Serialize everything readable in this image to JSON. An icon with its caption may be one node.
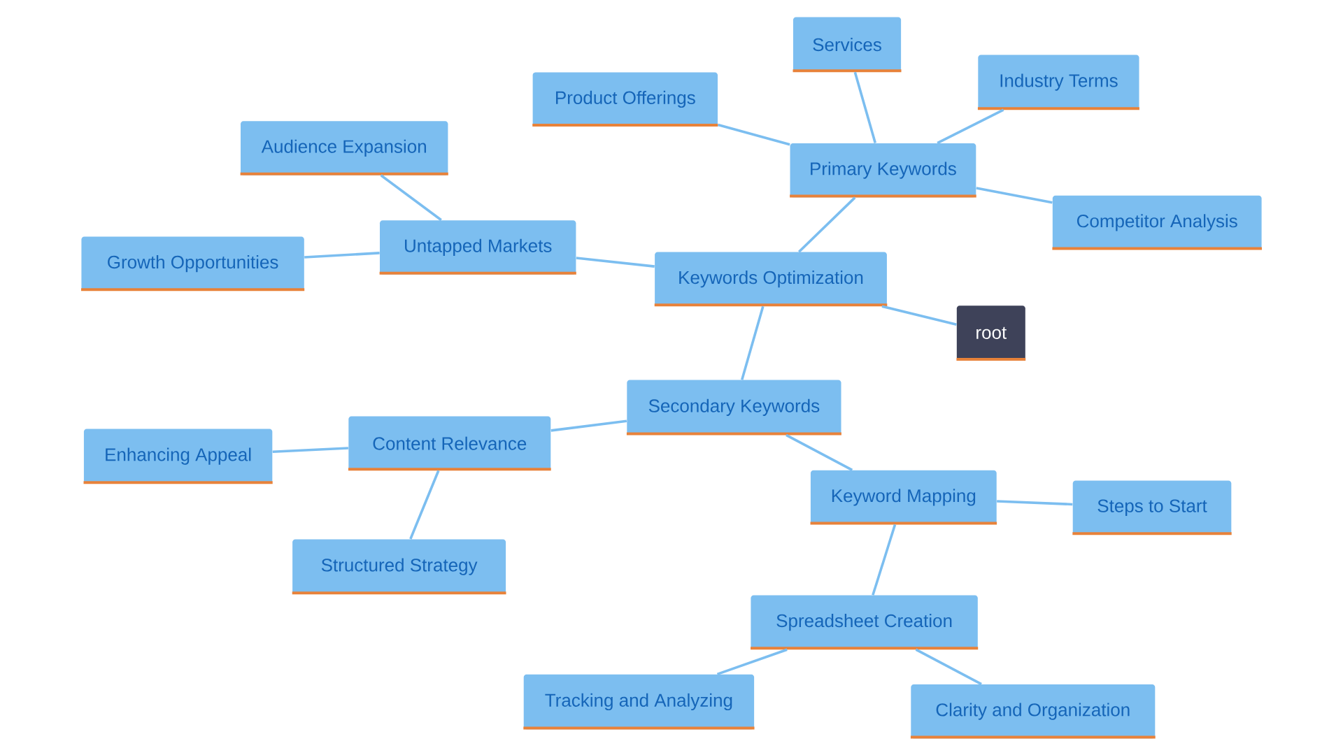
{
  "diagram": {
    "nodes": [
      {
        "text": [
          "root"
        ]
      },
      {
        "text": [
          "Keywords Optimization"
        ]
      },
      {
        "text": [
          "Primary Keywords"
        ]
      },
      {
        "text": [
          "Services"
        ]
      },
      {
        "text": [
          "Industry Terms"
        ]
      },
      {
        "text": [
          "Product Offerings"
        ]
      },
      {
        "text": [
          "Competitor Analysis"
        ]
      },
      {
        "text": [
          "Untapped Markets"
        ]
      },
      {
        "text": [
          "Audience Expansion"
        ]
      },
      {
        "text": [
          "Growth Opportunities"
        ]
      },
      {
        "text": [
          "Secondary Keywords"
        ]
      },
      {
        "text": [
          "Content Relevance"
        ]
      },
      {
        "text": [
          "Enhancing Appeal"
        ]
      },
      {
        "text": [
          "Structured Strategy"
        ]
      },
      {
        "text": [
          "Keyword Mapping"
        ]
      },
      {
        "text": [
          "Steps to Start"
        ]
      },
      {
        "text": [
          "Spreadsheet Creation"
        ]
      },
      {
        "text": [
          "Tracking and Analyzing"
        ]
      },
      {
        "text": [
          "Clarity and Organization"
        ]
      }
    ],
    "edges": [
      {
        "from": 0,
        "to": 1,
        "arrow": "none"
      },
      {
        "from": 1,
        "to": 2,
        "arrow": "none"
      },
      {
        "from": 2,
        "to": 3,
        "arrow": "none"
      },
      {
        "from": 2,
        "to": 4,
        "arrow": "none"
      },
      {
        "from": 2,
        "to": 5,
        "arrow": "none"
      },
      {
        "from": 2,
        "to": 6,
        "arrow": "none"
      },
      {
        "from": 1,
        "to": 7,
        "arrow": "none"
      },
      {
        "from": 7,
        "to": 8,
        "arrow": "none"
      },
      {
        "from": 7,
        "to": 9,
        "arrow": "none"
      },
      {
        "from": 1,
        "to": 10,
        "arrow": "none"
      },
      {
        "from": 10,
        "to": 11,
        "arrow": "none"
      },
      {
        "from": 11,
        "to": 12,
        "arrow": "none"
      },
      {
        "from": 11,
        "to": 13,
        "arrow": "none"
      },
      {
        "from": 10,
        "to": 14,
        "arrow": "none"
      },
      {
        "from": 14,
        "to": 15,
        "arrow": "none"
      },
      {
        "from": 14,
        "to": 16,
        "arrow": "none"
      },
      {
        "from": 16,
        "to": 17,
        "arrow": "none"
      },
      {
        "from": 16,
        "to": 18,
        "arrow": "none"
      }
    ]
  }
}
